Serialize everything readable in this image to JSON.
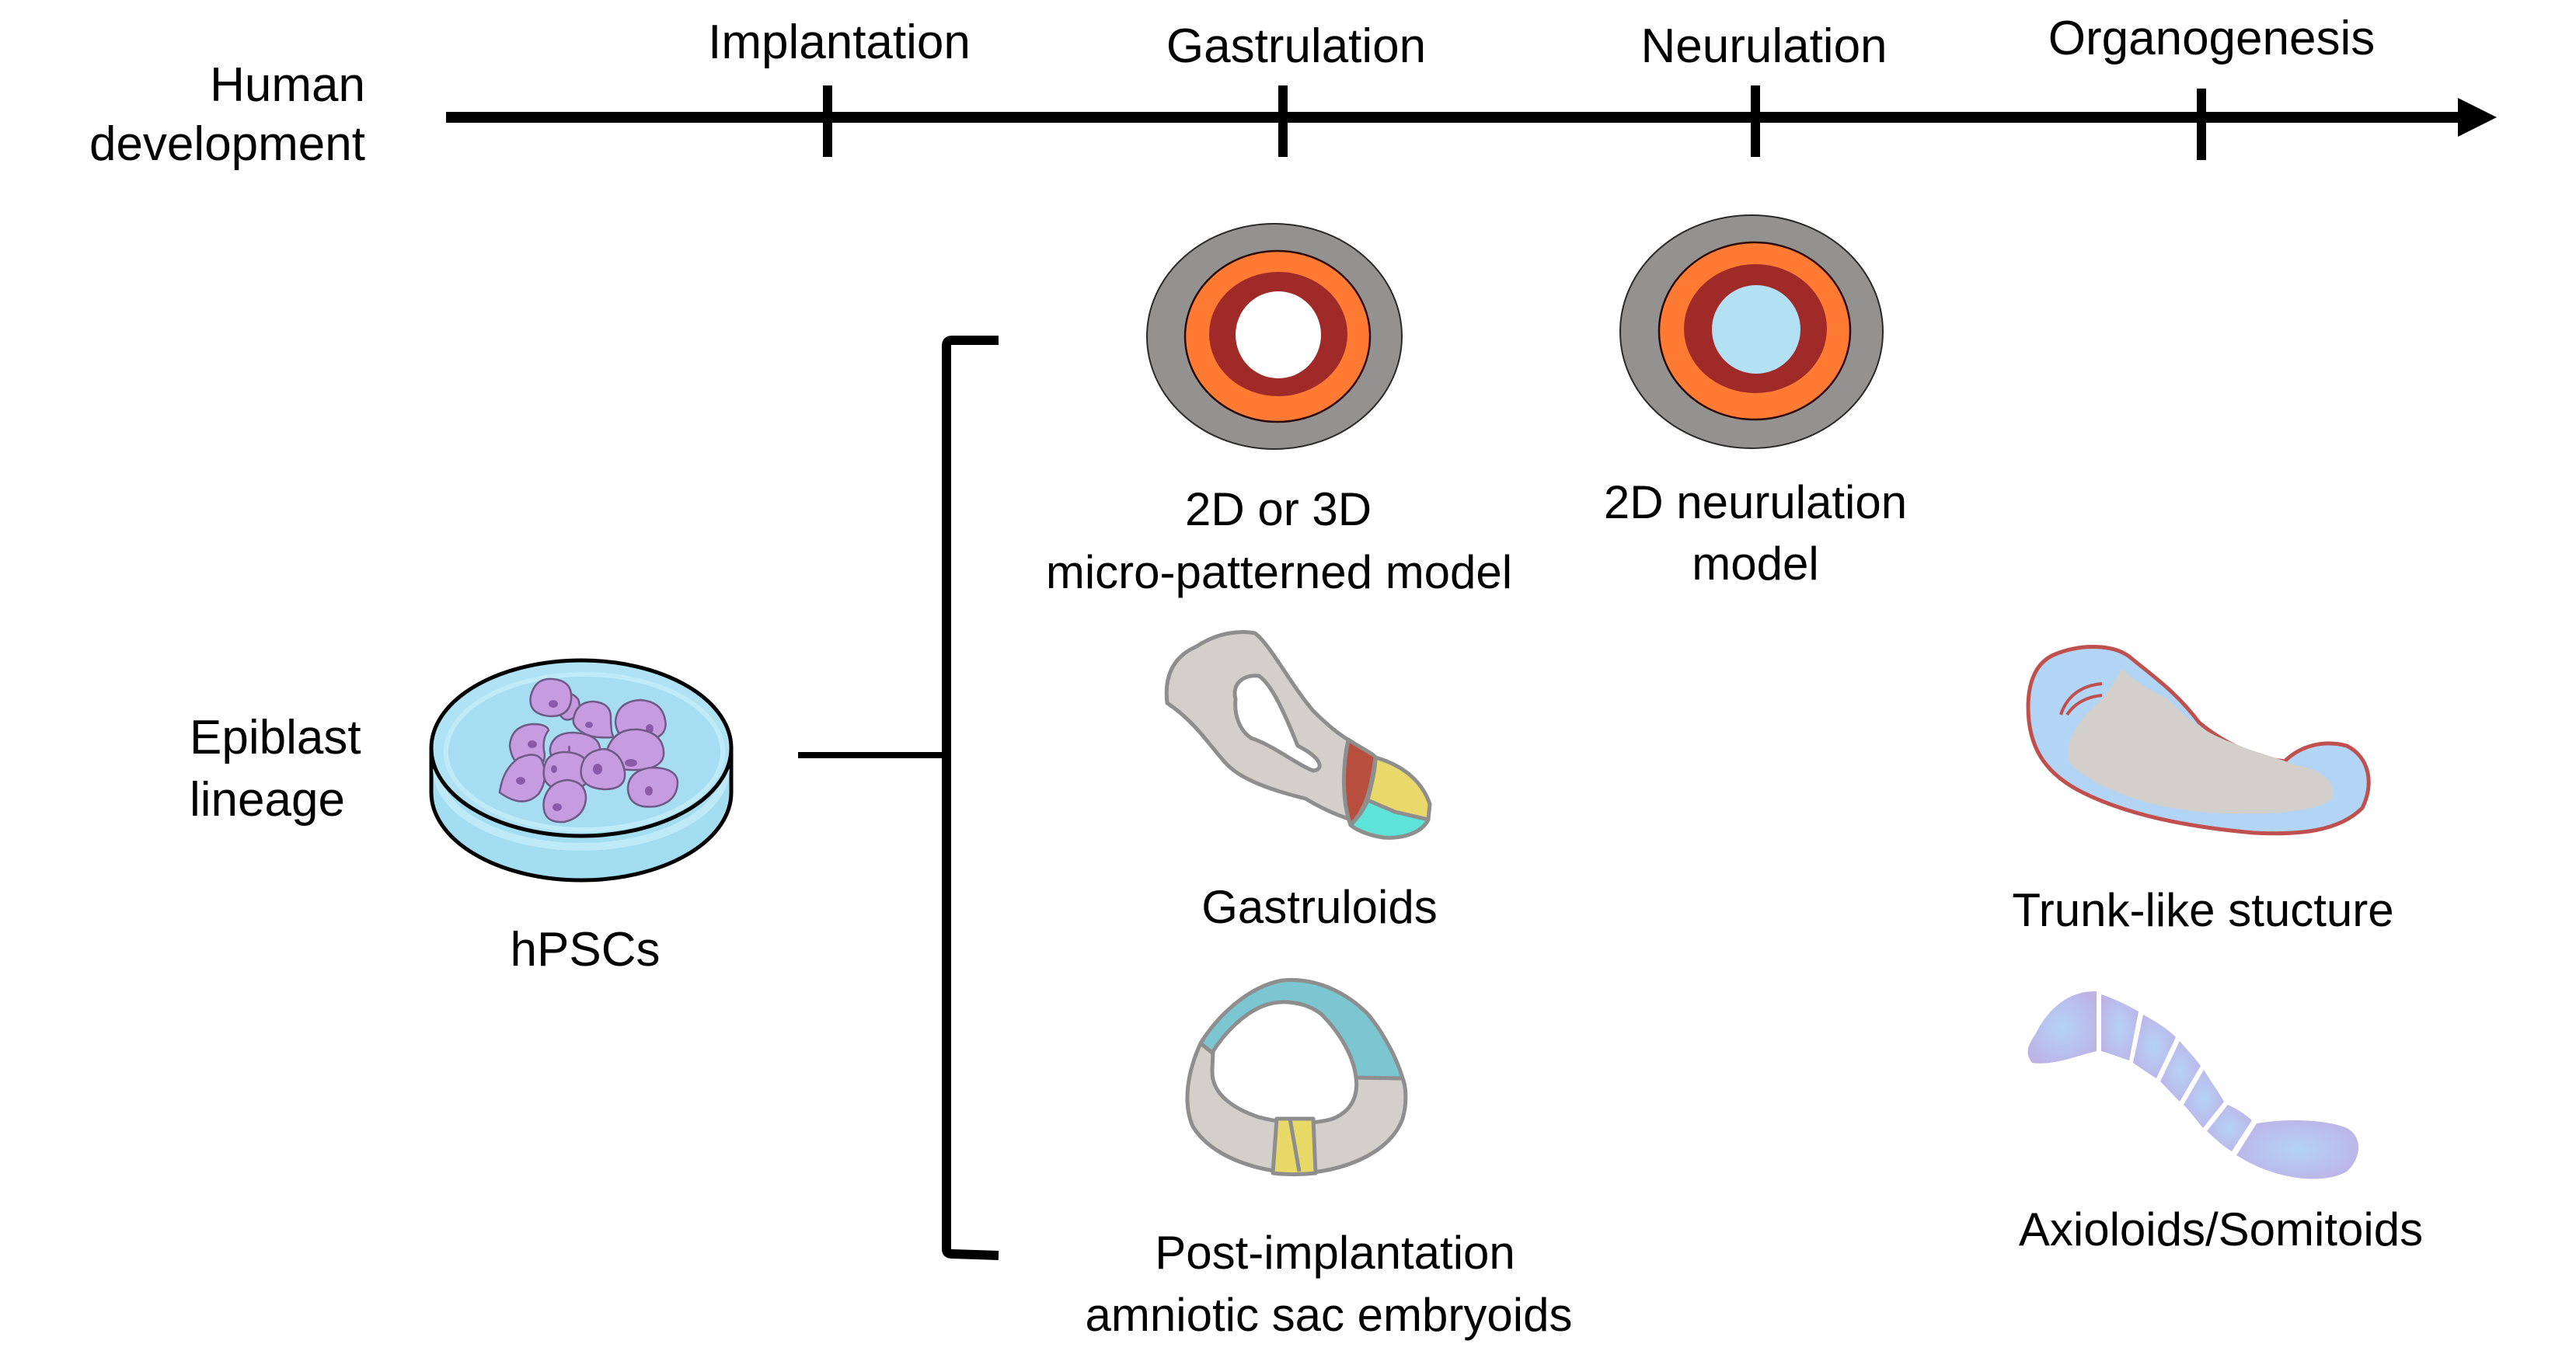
{
  "figure": {
    "title": "Human development stem-cell-based embryo models"
  },
  "timeline": {
    "axis_label_lines": [
      "Human",
      "development"
    ],
    "stages": [
      {
        "label": "Implantation"
      },
      {
        "label": "Gastrulation"
      },
      {
        "label": "Neurulation"
      },
      {
        "label": "Organogenesis"
      }
    ]
  },
  "source": {
    "lineage_label_lines": [
      "Epiblast",
      "lineage"
    ],
    "cell_label": "hPSCs"
  },
  "models": [
    {
      "id": "micropatterned",
      "stage": "Gastrulation",
      "label_lines": [
        "2D or 3D",
        "micro-patterned model"
      ]
    },
    {
      "id": "neurulation",
      "stage": "Neurulation",
      "label_lines": [
        "2D neurulation",
        "model"
      ]
    },
    {
      "id": "gastruloids",
      "stage": "Gastrulation",
      "label_lines": [
        "Gastruloids"
      ]
    },
    {
      "id": "amniotic-sac",
      "stage": "Gastrulation",
      "label_lines": [
        "Post-implantation",
        "amniotic sac embryoids"
      ]
    },
    {
      "id": "trunk",
      "stage": "Organogenesis",
      "label_lines": [
        "Trunk-like stucture"
      ]
    },
    {
      "id": "axioloids",
      "stage": "Organogenesis",
      "label_lines": [
        "Axioloids/Somitoids"
      ]
    }
  ],
  "colors": {
    "ink": "#000000",
    "ring_outer": "#939290",
    "ring_orange": "#FF7A33",
    "ring_darkred": "#A02A27",
    "ring_center_neural": "#B4E0F4",
    "dish": "#A8E0F2",
    "dish_rim": "#8ECFE6",
    "cell_fill": "#C79BE0",
    "cell_edge": "#7E5C96",
    "cell_nucleus": "#8A5AA8",
    "tissue_gray": "#D3D0CB",
    "tissue_outline": "#8E8E8E",
    "gastruloid_red": "#B84E3E",
    "gastruloid_yellow": "#E9D86A",
    "gastruloid_cyan": "#5EE3D9",
    "amnion_teal": "#7BC6D0",
    "primitive_streak_yellow": "#E8D866",
    "trunk_blue": "#B2D4F5",
    "trunk_outline": "#C0504D",
    "somite_blue": "#B4D2F6",
    "somite_violet": "#BDB3E6"
  }
}
